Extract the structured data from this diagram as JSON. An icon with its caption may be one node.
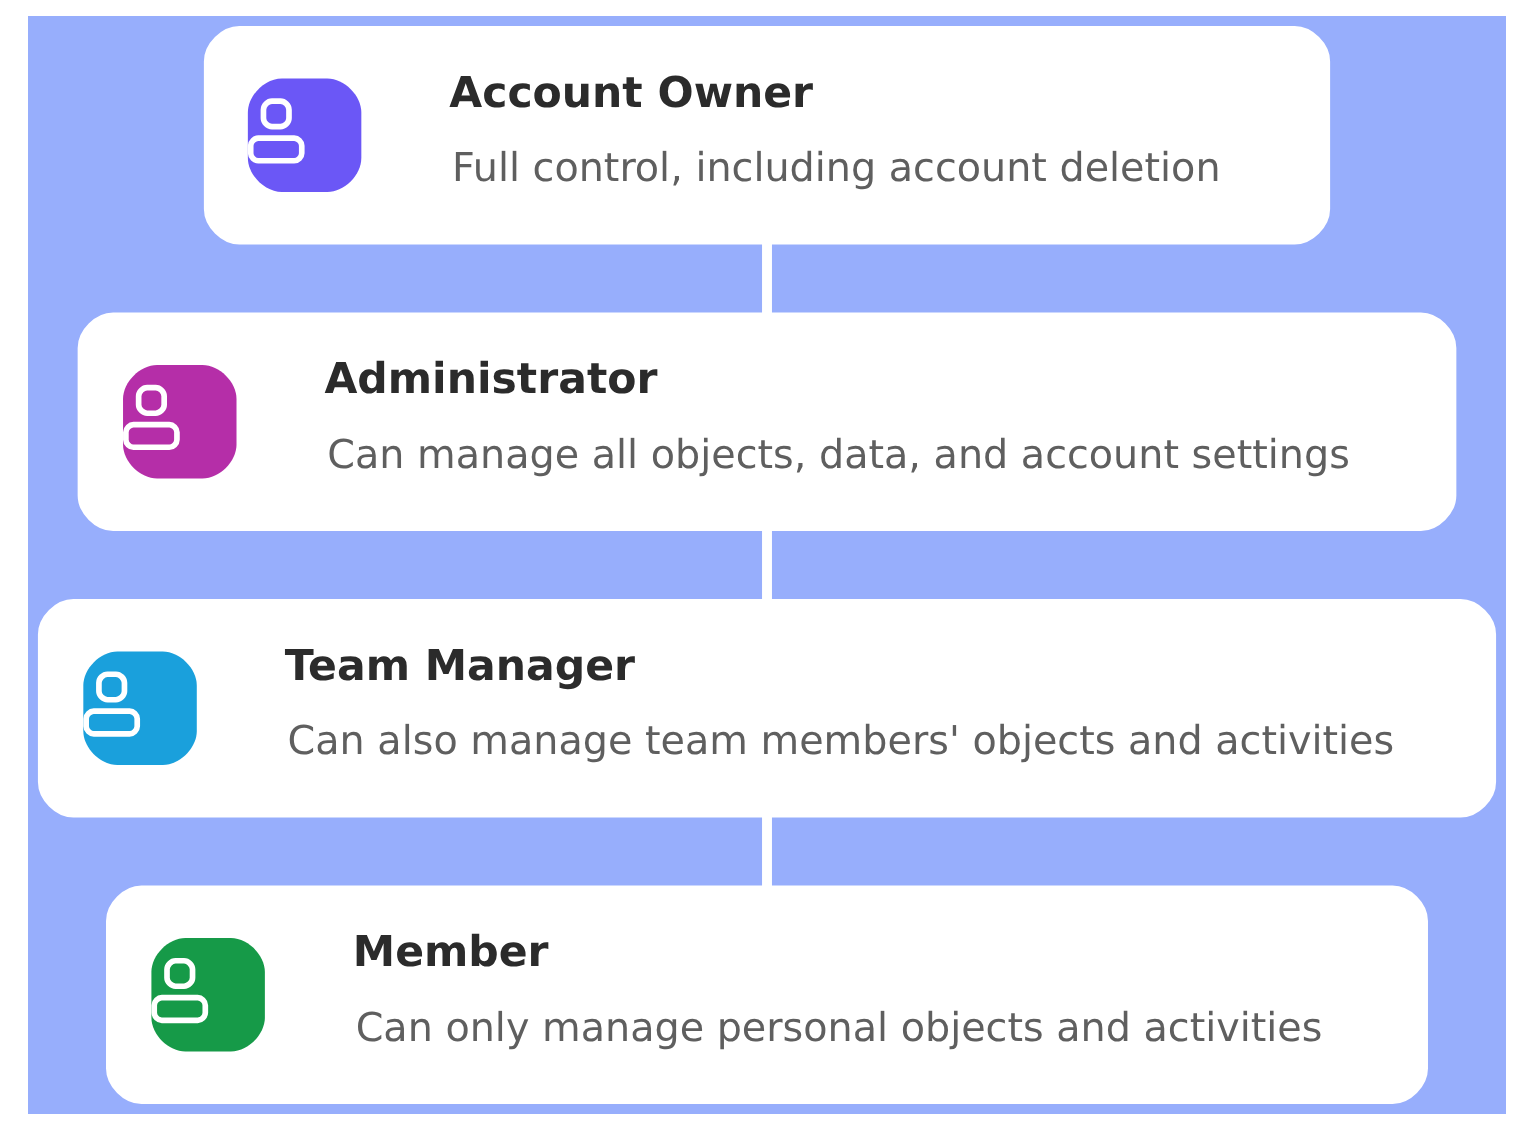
{
  "diagram": {
    "nodes": [
      {
        "text": [
          "Account Owner",
          "Full control, including account deletion"
        ]
      },
      {
        "text": [
          "Administrator",
          "Can manage all objects, data, and account settings"
        ]
      },
      {
        "text": [
          "Team Manager",
          "Can also manage team members' objects and activities"
        ]
      },
      {
        "text": [
          "Member",
          "Can only manage personal objects and activities"
        ]
      }
    ],
    "edges": [
      {
        "from": 0,
        "to": 1,
        "arrow": "none"
      },
      {
        "from": 1,
        "to": 2,
        "arrow": "none"
      },
      {
        "from": 2,
        "to": 3,
        "arrow": "none"
      }
    ]
  }
}
